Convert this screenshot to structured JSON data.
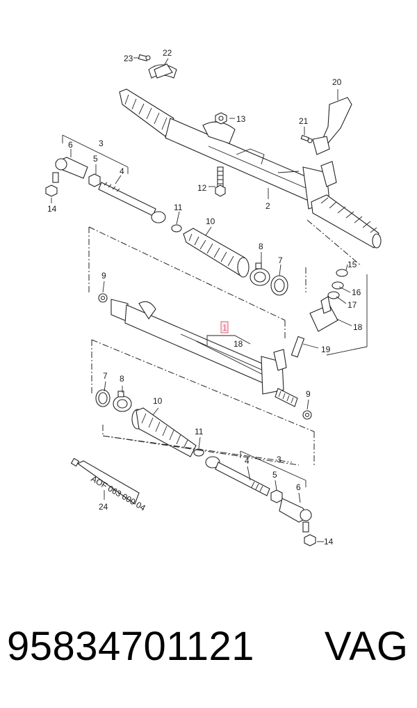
{
  "diagram": {
    "callouts": {
      "c1": "1",
      "c2": "2",
      "c3a": "3",
      "c3b": "3",
      "c4a": "4",
      "c4b": "4",
      "c5a": "5",
      "c5b": "5",
      "c6a": "6",
      "c6b": "6",
      "c7a": "7",
      "c7b": "7",
      "c8a": "8",
      "c8b": "8",
      "c9a": "9",
      "c9b": "9",
      "c10a": "10",
      "c10b": "10",
      "c11a": "11",
      "c11b": "11",
      "c12": "12",
      "c13": "13",
      "c14a": "14",
      "c14b": "14",
      "c15": "15",
      "c16": "16",
      "c17": "17",
      "c18a": "18",
      "c18b": "18",
      "c19": "19",
      "c20": "20",
      "c21": "21",
      "c22": "22",
      "c23": "23",
      "c24": "24"
    },
    "tube_print": "AOF 063 000 04"
  },
  "footer": {
    "part_number": "95834701121",
    "brand": "VAG"
  },
  "colors": {
    "highlight": "#e0607a",
    "highlight_fill": "#fde6ec",
    "line": "#222222"
  }
}
